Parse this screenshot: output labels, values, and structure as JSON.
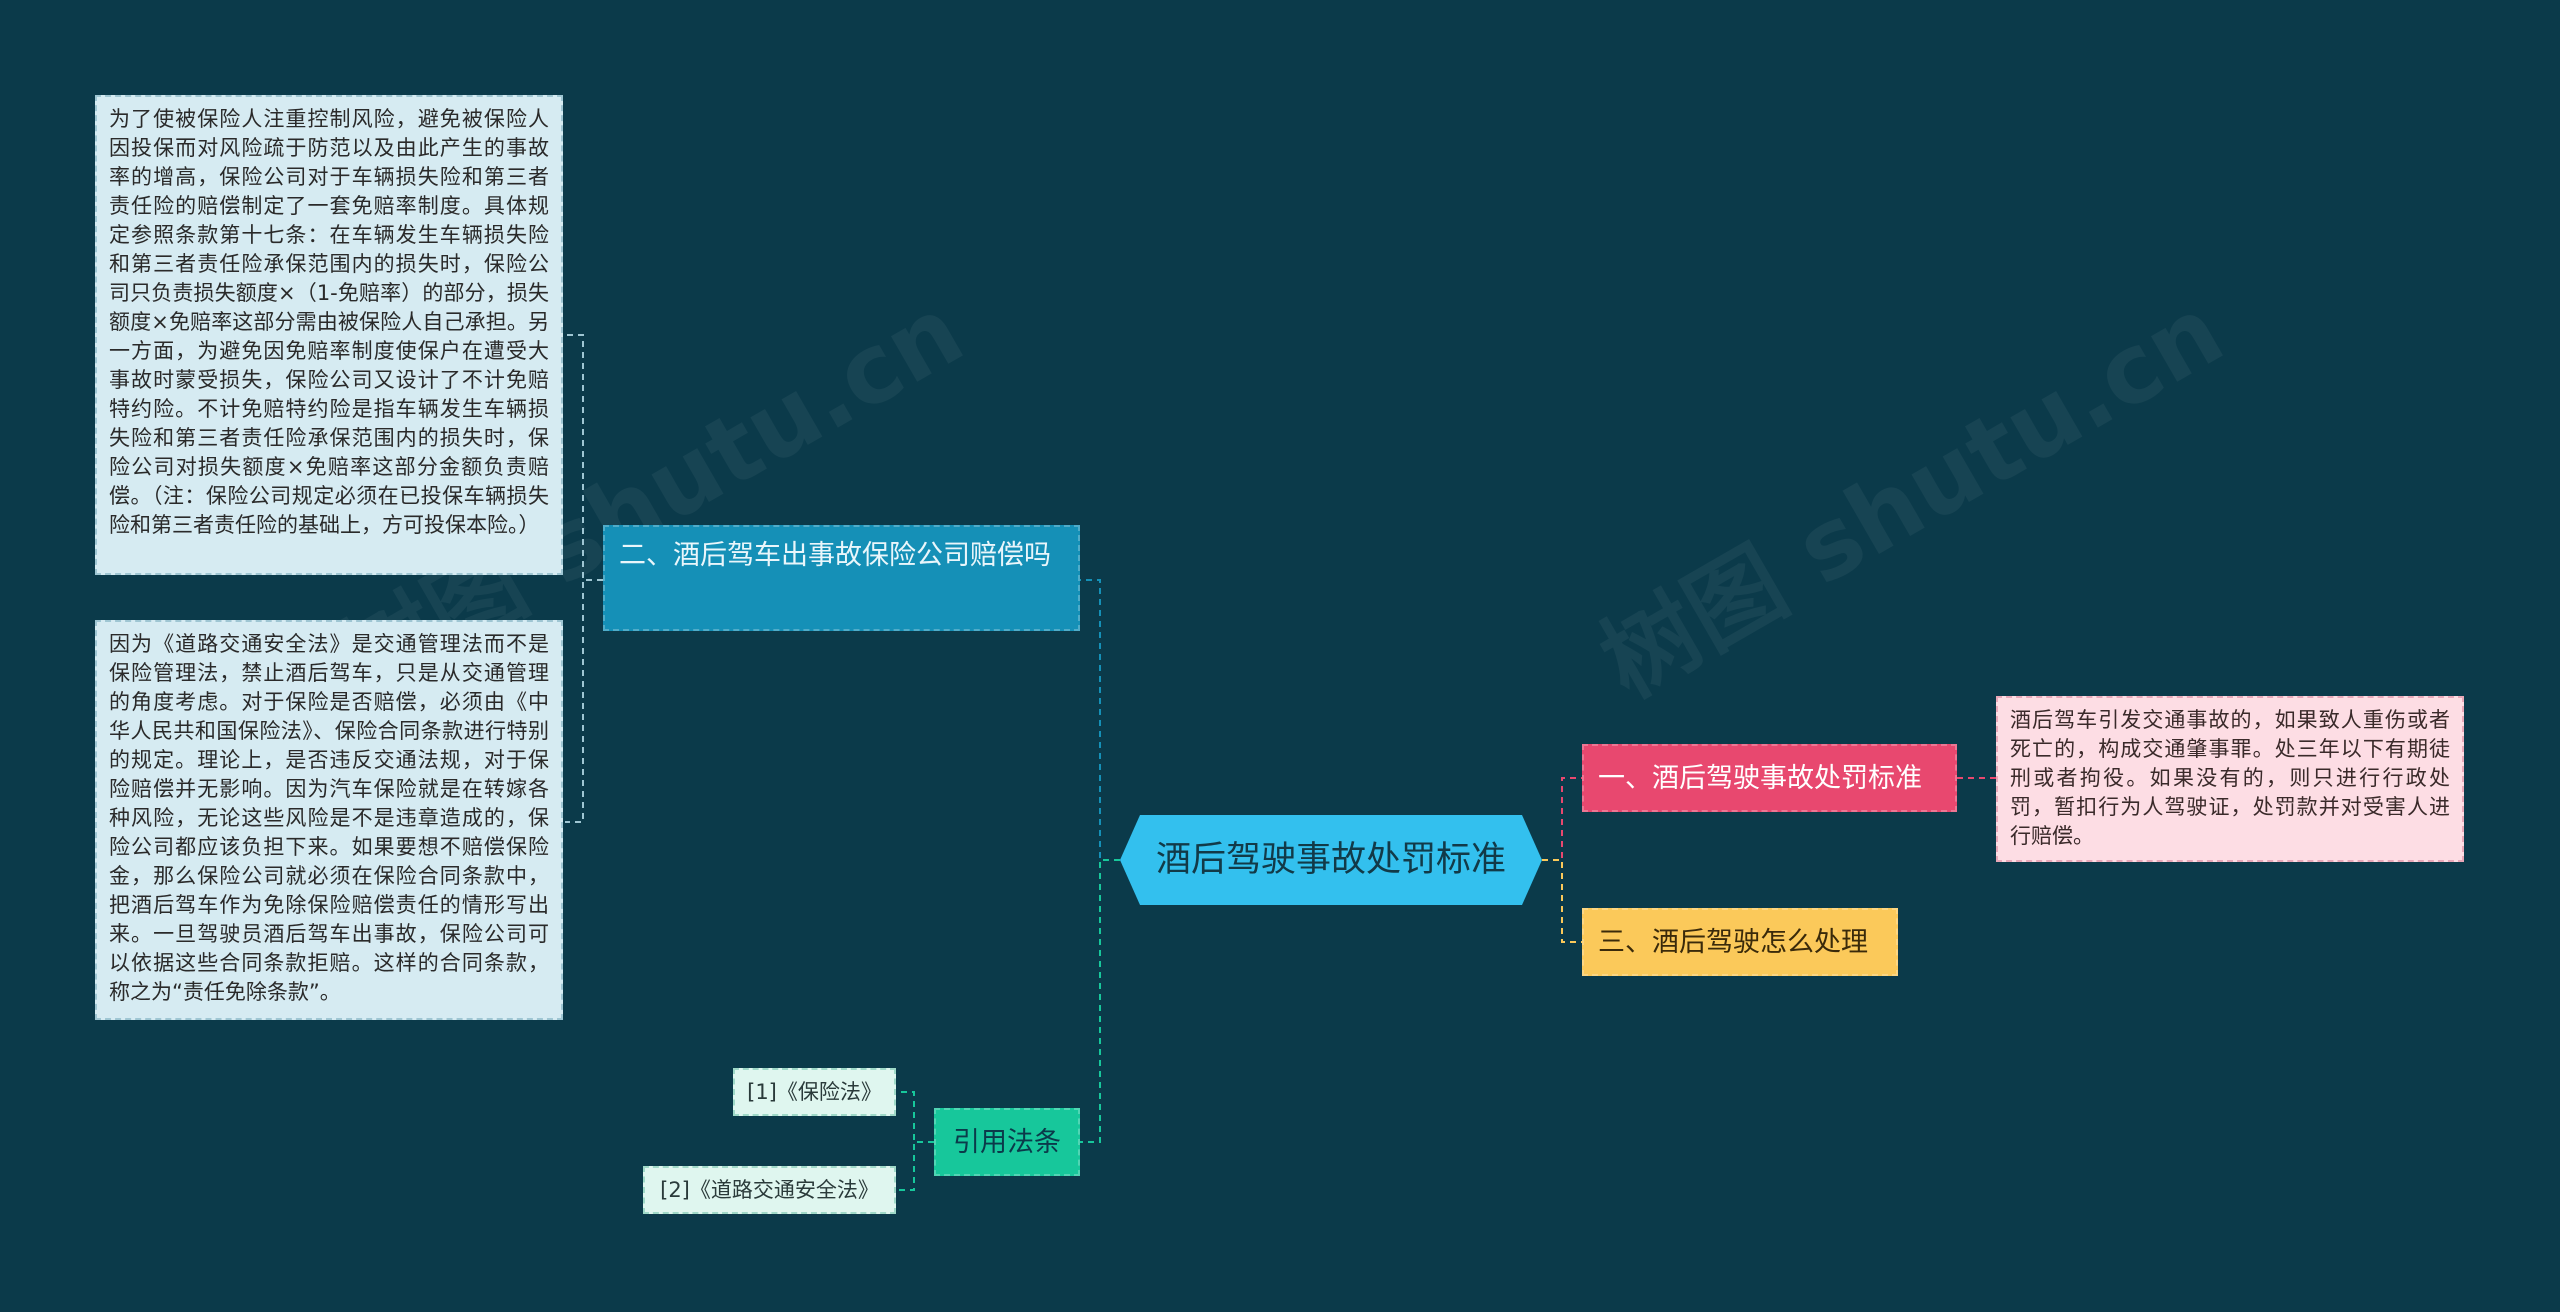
{
  "center": {
    "label": "酒后驾驶事故处罚标准"
  },
  "branches": {
    "b2": {
      "label": "二、酒后驾车出事故保险公司赔偿吗"
    },
    "b1": {
      "label": "一、酒后驾驶事故处罚标准"
    },
    "b3": {
      "label": "三、酒后驾驶怎么处理"
    },
    "cite": {
      "label": "引用法条"
    }
  },
  "notes": {
    "n1": "为了使被保险人注重控制风险，避免被保险人因投保而对风险疏于防范以及由此产生的事故率的增高，保险公司对于车辆损失险和第三者责任险的赔偿制定了一套免赔率制度。具体规定参照条款第十七条：在车辆发生车辆损失险和第三者责任险承保范围内的损失时，保险公司只负责损失额度×（1-免赔率）的部分，损失额度×免赔率这部分需由被保险人自己承担。另一方面，为避免因免赔率制度使保户在遭受大事故时蒙受损失，保险公司又设计了不计免赔特约险。不计免赔特约险是指车辆发生车辆损失险和第三者责任险承保范围内的损失时，保险公司对损失额度×免赔率这部分金额负责赔偿。（注：保险公司规定必须在已投保车辆损失险和第三者责任险的基础上，方可投保本险。）",
    "n2": "因为《道路交通安全法》是交通管理法而不是保险管理法，禁止酒后驾车，只是从交通管理的角度考虑。对于保险是否赔偿，必须由《中华人民共和国保险法》、保险合同条款进行特别的规定。理论上，是否违反交通法规，对于保险赔偿并无影响。因为汽车保险就是在转嫁各种风险，无论这些风险是不是违章造成的，保险公司都应该负担下来。如果要想不赔偿保险金，那么保险公司就必须在保险合同条款中，把酒后驾车作为免除保险赔偿责任的情形写出来。一旦驾驶员酒后驾车出事故，保险公司可以依据这些合同条款拒赔。这样的合同条款，称之为“责任免除条款”。",
    "n3": "酒后驾车引发交通事故的，如果致人重伤或者死亡的，构成交通肇事罪。处三年以下有期徒刑或者拘役。如果没有的，则只进行行政处罚，暂扣行为人驾驶证，处罚款并对受害人进行赔偿。"
  },
  "refs": {
    "r1": "[1]《保险法》",
    "r2": "[2]《道路交通安全法》"
  },
  "colors": {
    "background": "#0b3a4a",
    "center": "#33c0ee",
    "blue": "#1590b7",
    "pink": "#e8486f",
    "yellow": "#fbc95a",
    "green": "#17c79b"
  }
}
